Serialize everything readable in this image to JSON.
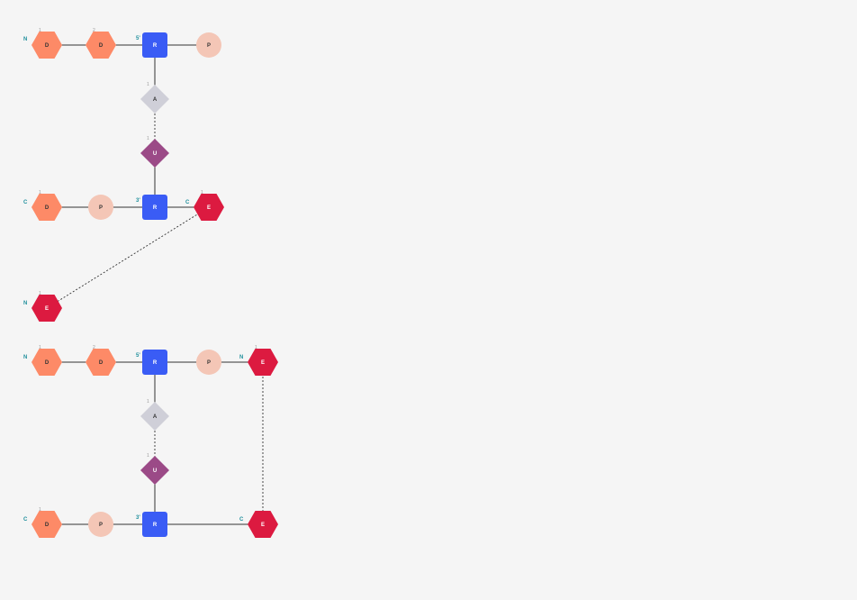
{
  "colors": {
    "background": "#f5f5f5",
    "D": "#fd8a67",
    "R": "#3a5cf5",
    "P": "#f4c6b6",
    "A": "#cfcfd8",
    "U": "#9b4a87",
    "E": "#dc1a40",
    "edge": "#333333",
    "terminal": "#1f8f9c",
    "index": "#9a9a9a"
  },
  "nodes": [
    {
      "id": "d1",
      "shape": "hexagon",
      "type": "D",
      "label": "D",
      "index": "1"
    },
    {
      "id": "d2",
      "shape": "hexagon",
      "type": "D",
      "label": "D",
      "index": "2"
    },
    {
      "id": "r1",
      "shape": "square",
      "type": "R",
      "label": "R",
      "index": ""
    },
    {
      "id": "p1",
      "shape": "circle",
      "type": "P",
      "label": "P",
      "index": ""
    },
    {
      "id": "a1",
      "shape": "diamond",
      "type": "A",
      "label": "A",
      "index": "1"
    },
    {
      "id": "u1",
      "shape": "diamond",
      "type": "U",
      "label": "U",
      "index": "1"
    },
    {
      "id": "d3",
      "shape": "hexagon",
      "type": "D",
      "label": "D",
      "index": "1"
    },
    {
      "id": "p2",
      "shape": "circle",
      "type": "P",
      "label": "P",
      "index": ""
    },
    {
      "id": "r2",
      "shape": "square",
      "type": "R",
      "label": "R",
      "index": ""
    },
    {
      "id": "e1",
      "shape": "hexagon",
      "type": "E",
      "label": "E",
      "index": "1"
    },
    {
      "id": "e2",
      "shape": "hexagon",
      "type": "E",
      "label": "E",
      "index": "1"
    },
    {
      "id": "d4",
      "shape": "hexagon",
      "type": "D",
      "label": "D",
      "index": "1"
    },
    {
      "id": "d5",
      "shape": "hexagon",
      "type": "D",
      "label": "D",
      "index": "2"
    },
    {
      "id": "r3",
      "shape": "square",
      "type": "R",
      "label": "R",
      "index": ""
    },
    {
      "id": "p3",
      "shape": "circle",
      "type": "P",
      "label": "P",
      "index": ""
    },
    {
      "id": "e3",
      "shape": "hexagon",
      "type": "E",
      "label": "E",
      "index": "1"
    },
    {
      "id": "a2",
      "shape": "diamond",
      "type": "A",
      "label": "A",
      "index": "1"
    },
    {
      "id": "u2",
      "shape": "diamond",
      "type": "U",
      "label": "U",
      "index": "1"
    },
    {
      "id": "d6",
      "shape": "hexagon",
      "type": "D",
      "label": "D",
      "index": "1"
    },
    {
      "id": "p4",
      "shape": "circle",
      "type": "P",
      "label": "P",
      "index": ""
    },
    {
      "id": "r4",
      "shape": "square",
      "type": "R",
      "label": "R",
      "index": ""
    },
    {
      "id": "e4",
      "shape": "hexagon",
      "type": "E",
      "label": "E",
      "index": ""
    }
  ],
  "terminals": [
    {
      "id": "t1",
      "text": "N"
    },
    {
      "id": "t2",
      "text": "5'"
    },
    {
      "id": "t3",
      "text": "C"
    },
    {
      "id": "t4",
      "text": "3'"
    },
    {
      "id": "t5",
      "text": "C"
    },
    {
      "id": "t6",
      "text": "N"
    },
    {
      "id": "t7",
      "text": "N"
    },
    {
      "id": "t8",
      "text": "5'"
    },
    {
      "id": "t9",
      "text": "N"
    },
    {
      "id": "t10",
      "text": "C"
    },
    {
      "id": "t11",
      "text": "3'"
    },
    {
      "id": "t12",
      "text": "C"
    }
  ],
  "edges": [
    {
      "from": "d1",
      "to": "d2",
      "style": "solid"
    },
    {
      "from": "d2",
      "to": "r1",
      "style": "solid"
    },
    {
      "from": "r1",
      "to": "p1",
      "style": "solid"
    },
    {
      "from": "r1",
      "to": "a1",
      "style": "solid"
    },
    {
      "from": "a1",
      "to": "u1",
      "style": "dashed"
    },
    {
      "from": "u1",
      "to": "r2",
      "style": "solid"
    },
    {
      "from": "d3",
      "to": "p2",
      "style": "solid"
    },
    {
      "from": "p2",
      "to": "r2",
      "style": "solid"
    },
    {
      "from": "r2",
      "to": "e1",
      "style": "solid"
    },
    {
      "from": "e1",
      "to": "e2",
      "style": "dashed"
    },
    {
      "from": "d4",
      "to": "d5",
      "style": "solid"
    },
    {
      "from": "d5",
      "to": "r3",
      "style": "solid"
    },
    {
      "from": "r3",
      "to": "p3",
      "style": "solid"
    },
    {
      "from": "p3",
      "to": "e3",
      "style": "solid"
    },
    {
      "from": "r3",
      "to": "a2",
      "style": "solid"
    },
    {
      "from": "a2",
      "to": "u2",
      "style": "dashed"
    },
    {
      "from": "u2",
      "to": "r4",
      "style": "solid"
    },
    {
      "from": "d6",
      "to": "p4",
      "style": "solid"
    },
    {
      "from": "p4",
      "to": "r4",
      "style": "solid"
    },
    {
      "from": "r4",
      "to": "e4",
      "style": "solid"
    },
    {
      "from": "e3",
      "to": "e4",
      "style": "dashed"
    }
  ]
}
